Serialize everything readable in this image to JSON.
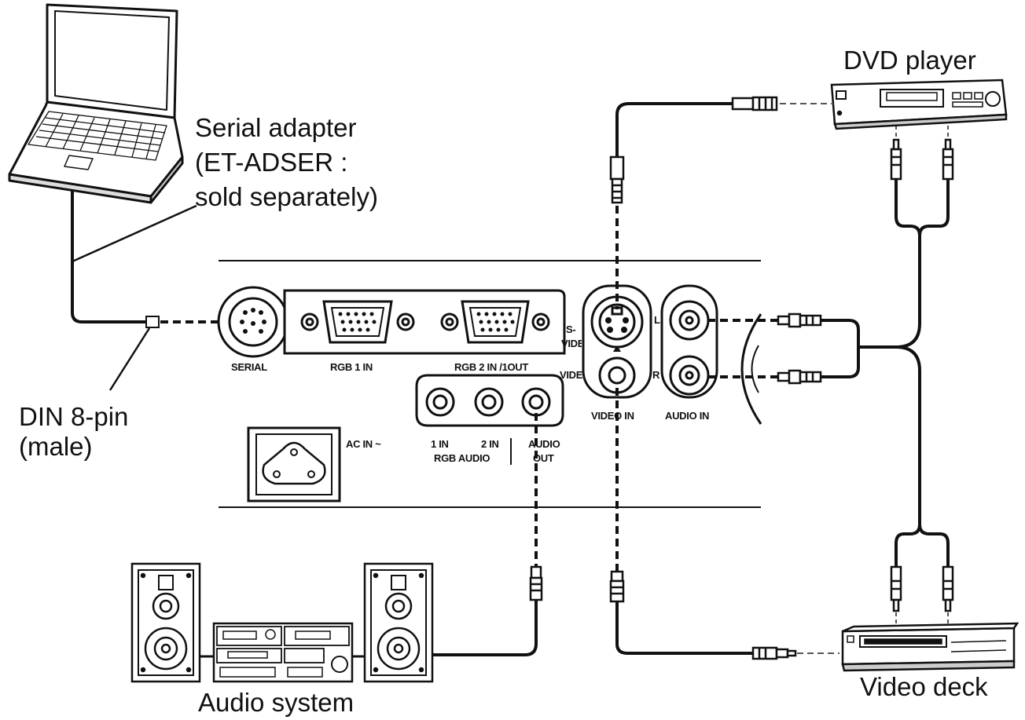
{
  "devices": {
    "laptop": "",
    "serial_adapter": [
      "Serial adapter",
      "(ET-ADSER :",
      "sold separately)"
    ],
    "din": [
      "DIN 8-pin",
      "(male)"
    ],
    "dvd_player": "DVD player",
    "video_deck": "Video deck",
    "audio_system": "Audio system"
  },
  "panel": {
    "serial": "SERIAL",
    "rgb1": "RGB 1 IN",
    "rgb2": "RGB 2 IN /1OUT",
    "ac_in": "AC IN ~",
    "in1": "1 IN",
    "in2": "2 IN",
    "rgb_audio": "RGB AUDIO",
    "audio_out_1": "AUDIO",
    "audio_out_2": "OUT",
    "svideo_1": "S-",
    "svideo_2": "VIDEO",
    "video": "VIDEO",
    "video_in": "VIDEO IN",
    "audio_in": "AUDIO IN",
    "l": "L",
    "r": "R"
  }
}
